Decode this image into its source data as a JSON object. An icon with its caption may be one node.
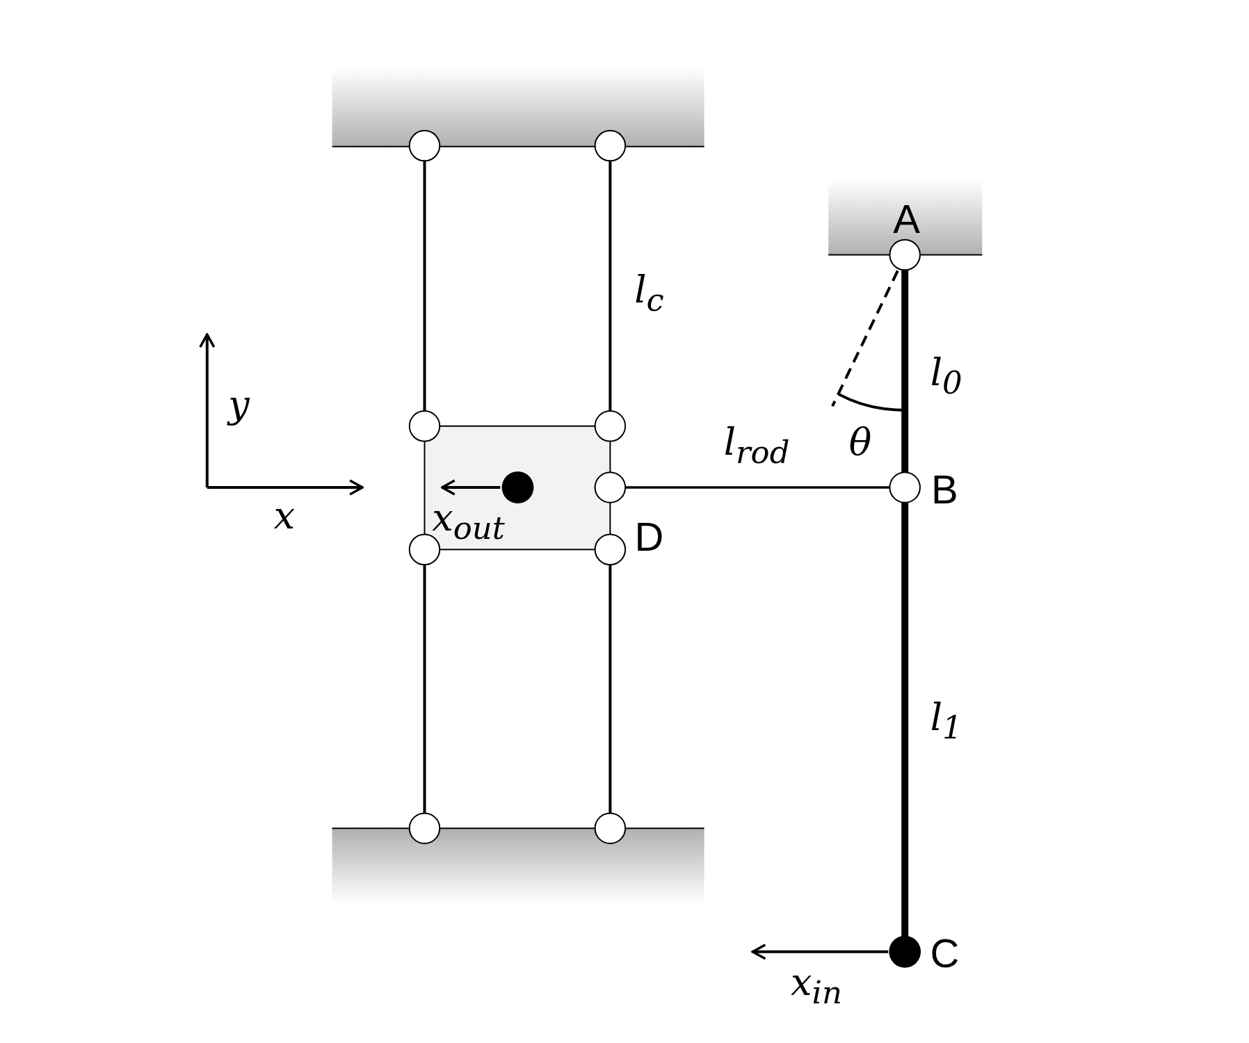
{
  "diagram": {
    "labels": [
      "l$_{c}$",
      "A",
      "l$_{0}$",
      "y",
      "l$_{rod}$",
      "θ",
      "B",
      "x",
      "x$_{out}$",
      "D",
      "l$_{1}$",
      "C",
      "x$_{in}$"
    ]
  }
}
